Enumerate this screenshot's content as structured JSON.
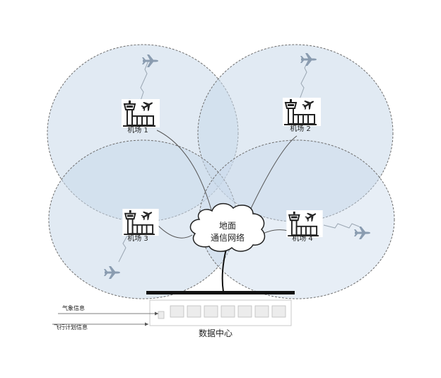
{
  "airports": [
    {
      "label": "机场 1"
    },
    {
      "label": "机场 2"
    },
    {
      "label": "机场 3"
    },
    {
      "label": "机场 4"
    }
  ],
  "cloud": {
    "line1": "地面",
    "line2": "通信网络"
  },
  "datacenter": {
    "label": "数据中心"
  },
  "inputs": {
    "weather": "气象信息",
    "flight_plan": "飞行计划信息"
  },
  "icons": [
    "control-tower-icon",
    "airplane-icon",
    "server-rack-icon"
  ],
  "colors": {
    "coverage_fill": "#c9d9ea",
    "coverage_stroke": "#6e6e6e",
    "link": "#555555",
    "airplane": "#8a9cb0"
  }
}
